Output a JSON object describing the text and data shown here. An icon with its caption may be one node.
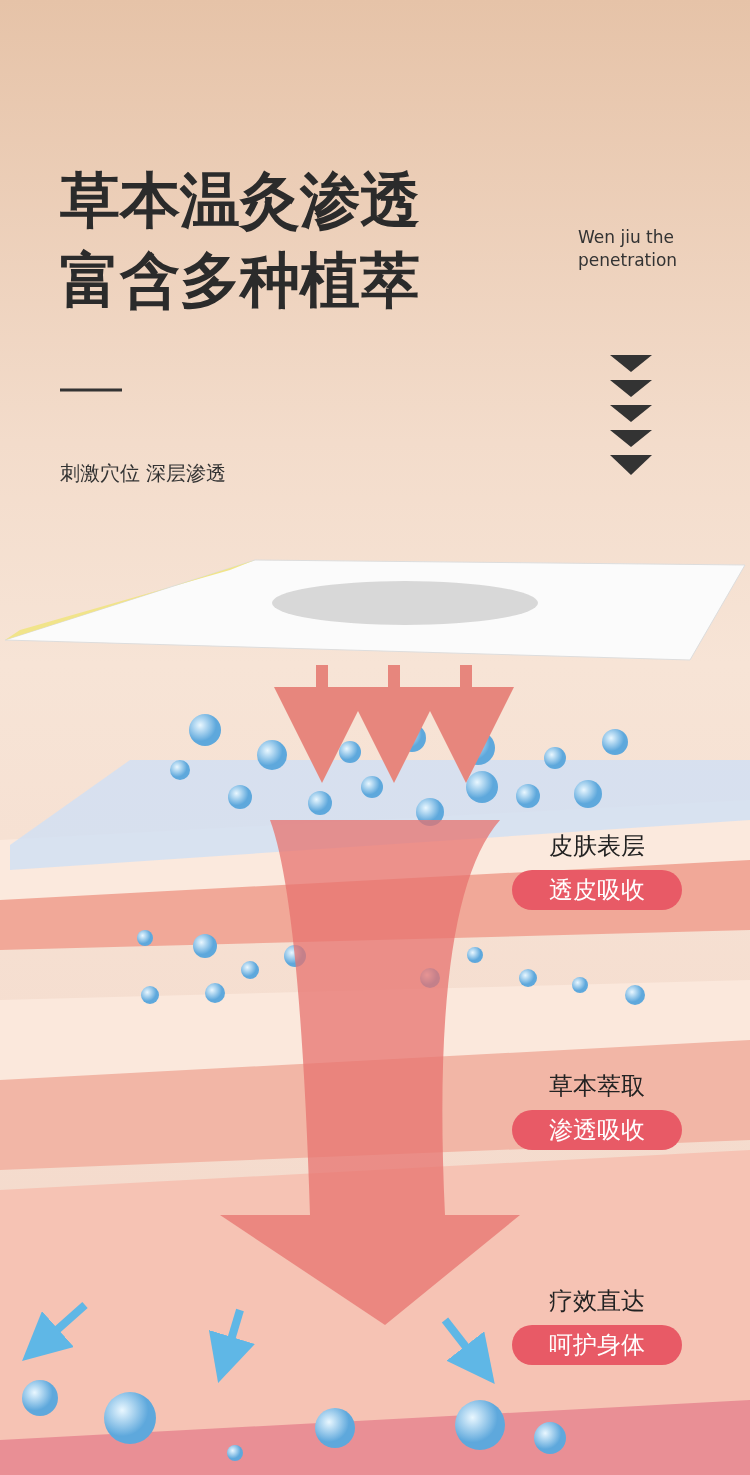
{
  "diagram": {
    "title": "草本温灸渗透富含多种植萃",
    "nodes": [
      {
        "text": [
          "皮肤表层",
          "透皮吸收"
        ]
      },
      {
        "text": [
          "草本萃取",
          "渗透吸收"
        ]
      },
      {
        "text": [
          "疗效直达",
          "呵护身体"
        ]
      }
    ],
    "labels": [
      "Wen jiu the penetration",
      "刺激穴位 深层渗透"
    ]
  }
}
